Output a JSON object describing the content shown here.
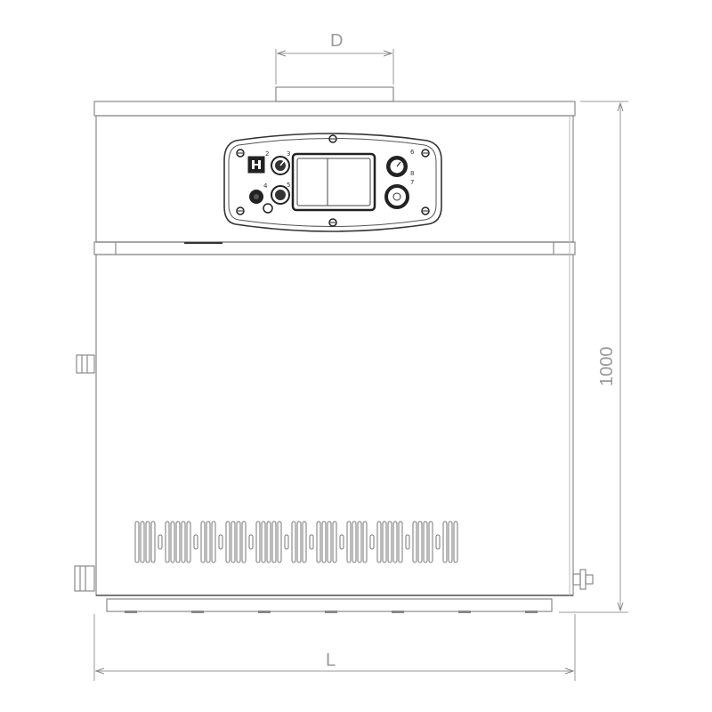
{
  "dimensions": {
    "width_label": "L",
    "height_label": "1000",
    "flue_label": "D"
  },
  "control_panel": {
    "marker_2": "2",
    "marker_3": "3",
    "marker_4": "4",
    "marker_5": "5",
    "marker_6": "6",
    "marker_7": "7",
    "marker_8": "8",
    "display_state": "off"
  }
}
